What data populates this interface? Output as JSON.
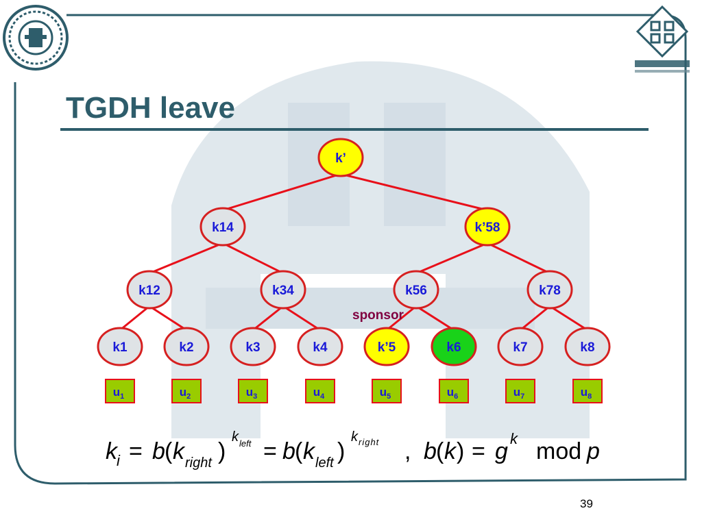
{
  "slide": {
    "title": "TGDH leave",
    "page_number": "39",
    "sponsor_label": "sponsor"
  },
  "colors": {
    "title": "#2e5d6b",
    "frame": "#2e5d6b",
    "edge": "#e8101a",
    "node_border": "#d62020",
    "node_default": "#dfe3e6",
    "node_highlight": "#ffff00",
    "node_leaving": "#19d219",
    "node_text": "#1a1ad8",
    "member_box": "#99cc00",
    "member_border": "#e8101a",
    "sponsor_text": "#800040",
    "watermark": "#d7e1e8"
  },
  "tree": {
    "nodes": [
      {
        "id": "root",
        "label": "k’",
        "state": "highlight"
      },
      {
        "id": "n14",
        "label": "k14",
        "state": "default"
      },
      {
        "id": "n58",
        "label": "k’58",
        "state": "highlight"
      },
      {
        "id": "n12",
        "label": "k12",
        "state": "default"
      },
      {
        "id": "n34",
        "label": "k34",
        "state": "default"
      },
      {
        "id": "n56",
        "label": "k56",
        "state": "default"
      },
      {
        "id": "n78",
        "label": "k78",
        "state": "default"
      },
      {
        "id": "l1",
        "label": "k1",
        "state": "default"
      },
      {
        "id": "l2",
        "label": "k2",
        "state": "default"
      },
      {
        "id": "l3",
        "label": "k3",
        "state": "default"
      },
      {
        "id": "l4",
        "label": "k4",
        "state": "default"
      },
      {
        "id": "l5",
        "label": "k’5",
        "state": "highlight"
      },
      {
        "id": "l6",
        "label": "k6",
        "state": "leaving"
      },
      {
        "id": "l7",
        "label": "k7",
        "state": "default"
      },
      {
        "id": "l8",
        "label": "k8",
        "state": "default"
      }
    ],
    "edges": [
      [
        "root",
        "n14"
      ],
      [
        "root",
        "n58"
      ],
      [
        "n14",
        "n12"
      ],
      [
        "n14",
        "n34"
      ],
      [
        "n58",
        "n56"
      ],
      [
        "n58",
        "n78"
      ],
      [
        "n12",
        "l1"
      ],
      [
        "n12",
        "l2"
      ],
      [
        "n34",
        "l3"
      ],
      [
        "n34",
        "l4"
      ],
      [
        "n56",
        "l5"
      ],
      [
        "n56",
        "l6"
      ],
      [
        "n78",
        "l7"
      ],
      [
        "n78",
        "l8"
      ]
    ],
    "members": [
      {
        "base": "u",
        "sub": "1"
      },
      {
        "base": "u",
        "sub": "2"
      },
      {
        "base": "u",
        "sub": "3"
      },
      {
        "base": "u",
        "sub": "4"
      },
      {
        "base": "u",
        "sub": "5"
      },
      {
        "base": "u",
        "sub": "6"
      },
      {
        "base": "u",
        "sub": "7"
      },
      {
        "base": "u",
        "sub": "8"
      }
    ]
  },
  "formula": {
    "k": "k",
    "i": "i",
    "eq": "=",
    "b": "b",
    "open": "(",
    "close": ")",
    "right": "right",
    "left": "left",
    "comma": ",",
    "g": "g",
    "mod": "mod",
    "p": "p"
  }
}
